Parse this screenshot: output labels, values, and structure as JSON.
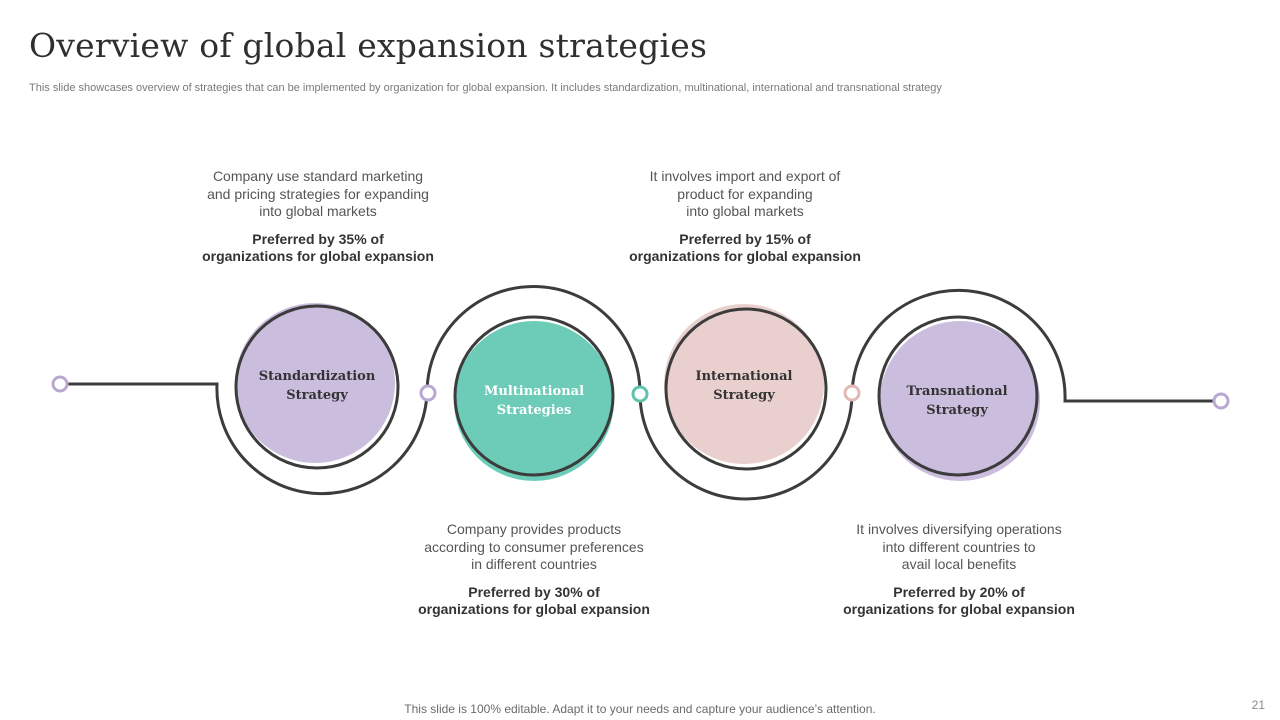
{
  "slide": {
    "title": "Overview of global expansion strategies",
    "subtitle": "This slide showcases overview of strategies that can be implemented by organization for global expansion. It includes standardization, multinational, international and transnational strategy",
    "footer": "This slide is 100% editable. Adapt it to your needs and capture your audience’s attention.",
    "page_number": "21"
  },
  "colors": {
    "purple": "#cbbddd",
    "teal": "#6cccb8",
    "pink": "#e9cfcd",
    "line": "#3c3c3c",
    "connector_purple": "#b9a8d2",
    "connector_teal": "#5fc2ae",
    "connector_pink": "#e2b9b6"
  },
  "strategies": [
    {
      "name_lines": [
        "Standardization",
        "Strategy"
      ],
      "color": "#cbbddd",
      "label_color": "#333333",
      "description_lines": [
        "Company use standard marketing",
        "and pricing strategies for expanding",
        "into global markets"
      ],
      "preferred_lines": [
        "Preferred by 35% of",
        "organizations for global expansion"
      ],
      "percentage": 35
    },
    {
      "name_lines": [
        "Multinational",
        "Strategies"
      ],
      "color": "#6cccb8",
      "label_color": "#ffffff",
      "description_lines": [
        "Company provides products",
        "according to consumer preferences",
        "in different countries"
      ],
      "preferred_lines": [
        "Preferred by 30% of",
        "organizations for global expansion"
      ],
      "percentage": 30
    },
    {
      "name_lines": [
        "International",
        "Strategy"
      ],
      "color": "#e9cfcd",
      "label_color": "#333333",
      "description_lines": [
        "It involves import and export of",
        "product for expanding",
        "into global markets"
      ],
      "preferred_lines": [
        "Preferred by 15% of",
        "organizations for global expansion"
      ],
      "percentage": 15
    },
    {
      "name_lines": [
        "Transnational",
        "Strategy"
      ],
      "color": "#cbbddd",
      "label_color": "#333333",
      "description_lines": [
        "It involves diversifying operations",
        "into different countries to",
        "avail local benefits"
      ],
      "preferred_lines": [
        "Preferred by 20% of",
        "organizations for global expansion"
      ],
      "percentage": 20
    }
  ]
}
